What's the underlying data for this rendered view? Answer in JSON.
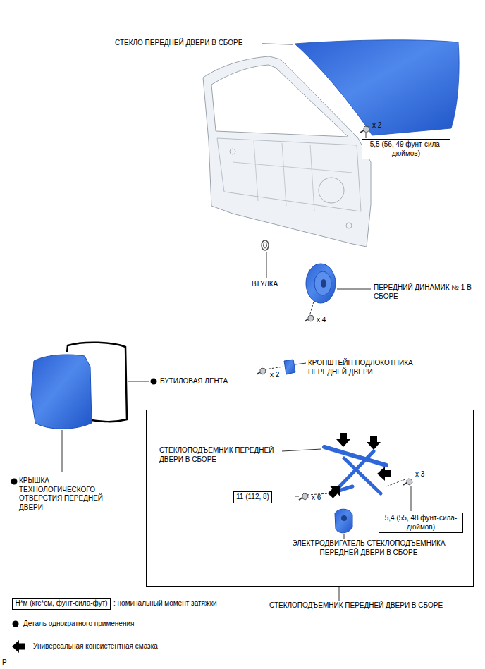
{
  "diagram": {
    "nodes": [
      {
        "text": [
          "5,5 (56, 49 фунт-сила-дюймов)"
        ]
      },
      {
        "text": [
          "СТЕКЛОПОДЪЕМНИК ПЕРЕДНЕЙ ДВЕРИ В СБОРЕ"
        ]
      },
      {
        "text": [
          "11 (112, 8)"
        ],
        "in": 1
      },
      {
        "text": [
          "5,4 (55, 48 фунт-сила-дюймов)"
        ],
        "in": 1
      },
      {
        "text": [
          "Н*м (кгс*см, фунт-сила-фут)"
        ]
      }
    ],
    "labels": [
      "СТЕКЛО ПЕРЕДНЕЙ ДВЕРИ В СБОРЕ",
      "x 2",
      "ВТУЛКА",
      "ПЕРЕДНИЙ ДИНАМИК № 1 В СБОРЕ",
      "x 4",
      "БУТИЛОВАЯ ЛЕНТА",
      "КРОНШТЕЙН ПОДЛОКОТНИКА ПЕРЕДНЕЙ ДВЕРИ",
      "x 2",
      "КРЫШКА ТЕХНОЛОГИЧЕСКОГО ОТВЕРСТИЯ ПЕРЕДНЕЙ ДВЕРИ",
      "СТЕКЛОПОДЪЕМНИК ПЕРЕДНЕЙ ДВЕРИ В СБОРЕ",
      "x 6",
      "x 3",
      "ЭЛЕКТРОДВИГАТЕЛЬ СТЕКЛОПОДЪЕМНИКА ПЕРЕДНЕЙ ДВЕРИ В СБОРЕ",
      "P"
    ],
    "legend": [
      {
        "text": ": номинальный момент затяжки"
      },
      {
        "text": "Деталь однократного применения"
      },
      {
        "text": "Универсальная консистентная смазка"
      }
    ]
  }
}
